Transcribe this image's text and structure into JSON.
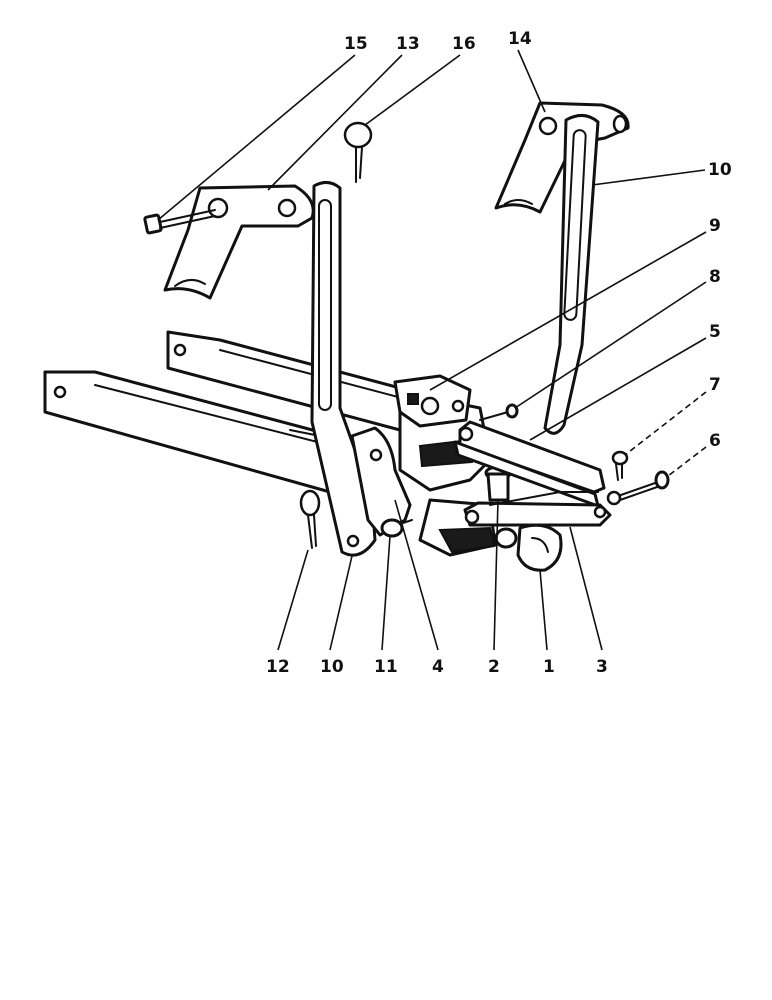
{
  "callouts": {
    "c15": "15",
    "c13": "13",
    "c16": "16",
    "c14": "14",
    "c10_top": "10",
    "c9": "9",
    "c8": "8",
    "c5": "5",
    "c7": "7",
    "c6": "6",
    "c12": "12",
    "c10_bottom": "10",
    "c11": "11",
    "c4": "4",
    "c2": "2",
    "c1": "1",
    "c3": "3"
  }
}
